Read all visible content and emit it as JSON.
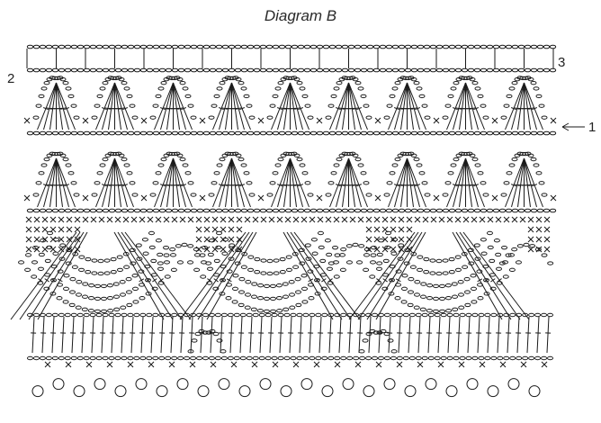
{
  "title": "Diagram B",
  "row_labels": {
    "left": "2",
    "right_top": "3",
    "right_arrow": "1"
  },
  "colors": {
    "ink": "#1a1a1a",
    "background": "#ffffff"
  }
}
